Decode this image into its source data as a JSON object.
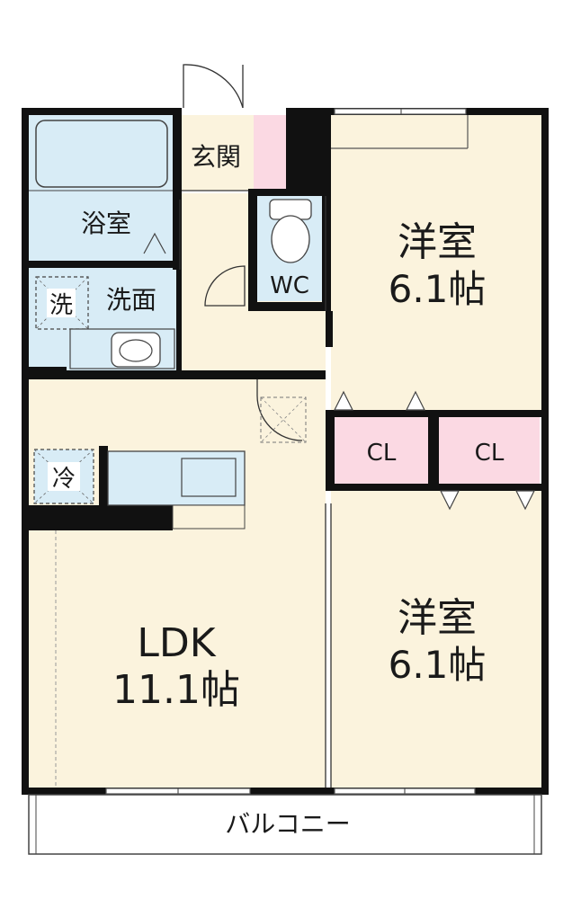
{
  "floor_plan": {
    "rooms": {
      "bath": "浴室",
      "entrance": "玄関",
      "wc": "WC",
      "washroom": "洗面",
      "western_room_1": {
        "name": "洋室",
        "size": "6.1帖"
      },
      "western_room_2": {
        "name": "洋室",
        "size": "6.1帖"
      },
      "closet_1": "CL",
      "closet_2": "CL",
      "ldk": {
        "name": "LDK",
        "size": "11.1帖"
      },
      "balcony": "バルコニー"
    },
    "fixtures": {
      "washer_space": "洗",
      "fridge_space": "冷"
    },
    "colors": {
      "room_floor": "#fbf3dd",
      "wet_area": "#d8ecf6",
      "entrance_floor": "#fbd9e3",
      "wall": "#111111"
    }
  }
}
